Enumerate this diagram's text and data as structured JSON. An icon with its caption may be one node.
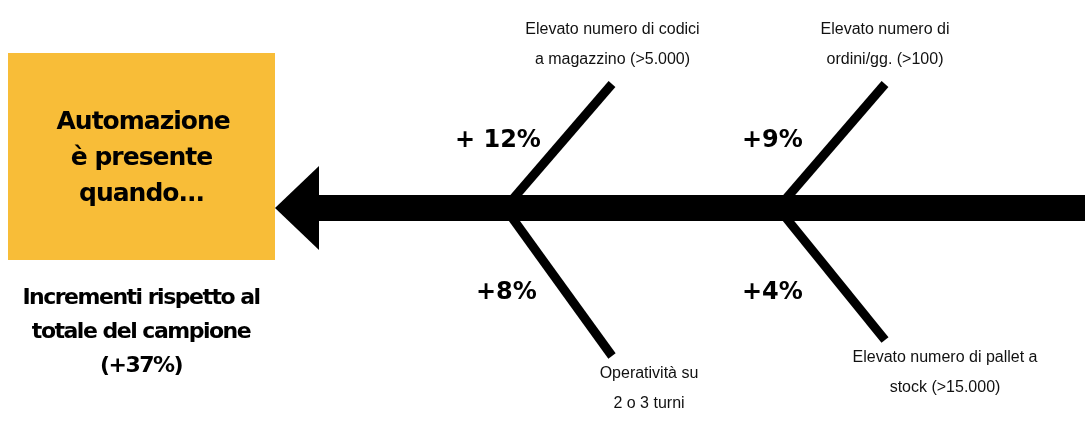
{
  "diagram": {
    "nodes": [
      {
        "text": [
          "Automazione è presente quando..."
        ]
      },
      {
        "text": [
          "Elevato numero di codici a magazzino (>5.000)"
        ]
      },
      {
        "text": [
          "Elevato numero di ordini/gg. (>100)"
        ]
      },
      {
        "text": [
          "Operatività su 2 o 3 turni"
        ]
      },
      {
        "text": [
          "Elevato numero di pallet a stock (>15.000)"
        ]
      }
    ],
    "edges": [
      {
        "from": null,
        "to": 0,
        "arrow": "to",
        "style": "thick"
      },
      {
        "from": 1,
        "to": null,
        "arrow": "none",
        "label": "+ 12%"
      },
      {
        "from": 2,
        "to": null,
        "arrow": "none",
        "label": "+9%"
      },
      {
        "from": 3,
        "to": null,
        "arrow": "none",
        "label": "+8%"
      },
      {
        "from": 4,
        "to": null,
        "arrow": "none",
        "label": "+4%"
      }
    ],
    "labels": [
      "Incrementi rispetto al totale del campione (+37%)"
    ]
  }
}
